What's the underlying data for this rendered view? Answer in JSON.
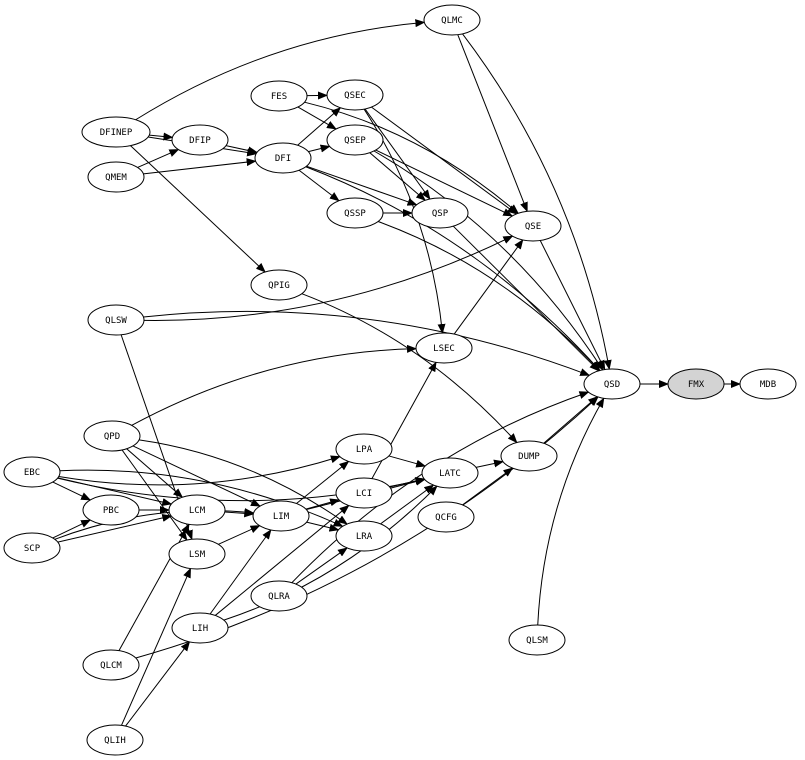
{
  "colors": {
    "highlight": "#d3d3d3",
    "stroke": "#000000"
  },
  "nodes": [
    {
      "id": "QLMC",
      "label": "QLMC"
    },
    {
      "id": "FES",
      "label": "FES"
    },
    {
      "id": "QSEC",
      "label": "QSEC"
    },
    {
      "id": "DFINEP",
      "label": "DFINEP"
    },
    {
      "id": "DFIP",
      "label": "DFIP"
    },
    {
      "id": "QSEP",
      "label": "QSEP"
    },
    {
      "id": "DFI",
      "label": "DFI"
    },
    {
      "id": "QMEM",
      "label": "QMEM"
    },
    {
      "id": "QSSP",
      "label": "QSSP"
    },
    {
      "id": "QSP",
      "label": "QSP"
    },
    {
      "id": "QSE",
      "label": "QSE"
    },
    {
      "id": "QPIG",
      "label": "QPIG"
    },
    {
      "id": "QLSW",
      "label": "QLSW"
    },
    {
      "id": "LSEC",
      "label": "LSEC"
    },
    {
      "id": "QSD",
      "label": "QSD"
    },
    {
      "id": "FMX",
      "label": "FMX",
      "highlighted": true
    },
    {
      "id": "MDB",
      "label": "MDB"
    },
    {
      "id": "QPD",
      "label": "QPD"
    },
    {
      "id": "LPA",
      "label": "LPA"
    },
    {
      "id": "DUMP",
      "label": "DUMP"
    },
    {
      "id": "EBC",
      "label": "EBC"
    },
    {
      "id": "LATC",
      "label": "LATC"
    },
    {
      "id": "LCI",
      "label": "LCI"
    },
    {
      "id": "PBC",
      "label": "PBC"
    },
    {
      "id": "LCM",
      "label": "LCM"
    },
    {
      "id": "LIM",
      "label": "LIM"
    },
    {
      "id": "QCFG",
      "label": "QCFG"
    },
    {
      "id": "LRA",
      "label": "LRA"
    },
    {
      "id": "SCP",
      "label": "SCP"
    },
    {
      "id": "LSM",
      "label": "LSM"
    },
    {
      "id": "QLRA",
      "label": "QLRA"
    },
    {
      "id": "LIH",
      "label": "LIH"
    },
    {
      "id": "QLSM",
      "label": "QLSM"
    },
    {
      "id": "QLCM",
      "label": "QLCM"
    },
    {
      "id": "QLIH",
      "label": "QLIH"
    }
  ],
  "edges": [
    [
      "FES",
      "QSEC"
    ],
    [
      "FES",
      "QSEP"
    ],
    [
      "FES",
      "QSE"
    ],
    [
      "DFINEP",
      "DFIP"
    ],
    [
      "DFINEP",
      "QLMC"
    ],
    [
      "DFINEP",
      "QPIG"
    ],
    [
      "DFINEP",
      "DFI"
    ],
    [
      "QMEM",
      "DFIP"
    ],
    [
      "QMEM",
      "DFI"
    ],
    [
      "DFIP",
      "DFI"
    ],
    [
      "DFI",
      "QSEC"
    ],
    [
      "DFI",
      "QSEP"
    ],
    [
      "DFI",
      "QSSP"
    ],
    [
      "DFI",
      "QSP"
    ],
    [
      "DFI",
      "QSD"
    ],
    [
      "QLMC",
      "QSE"
    ],
    [
      "QLMC",
      "QSD"
    ],
    [
      "QSEC",
      "QSE"
    ],
    [
      "QSEC",
      "LSEC"
    ],
    [
      "QSEC",
      "QSP"
    ],
    [
      "QSEP",
      "QSP"
    ],
    [
      "QSEP",
      "QSE"
    ],
    [
      "QSEP",
      "QSD"
    ],
    [
      "QSSP",
      "QSP"
    ],
    [
      "QSSP",
      "QSD"
    ],
    [
      "QSP",
      "QSD"
    ],
    [
      "QSE",
      "QSD"
    ],
    [
      "QLSW",
      "QSE"
    ],
    [
      "QLSW",
      "QSD"
    ],
    [
      "QLSW",
      "LSM"
    ],
    [
      "QPIG",
      "DUMP"
    ],
    [
      "LSEC",
      "QSE"
    ],
    [
      "QPD",
      "LSEC"
    ],
    [
      "QPD",
      "LCM"
    ],
    [
      "QPD",
      "LSM"
    ],
    [
      "QPD",
      "LIM"
    ],
    [
      "QPD",
      "LRA"
    ],
    [
      "EBC",
      "PBC"
    ],
    [
      "EBC",
      "LCM"
    ],
    [
      "EBC",
      "LPA"
    ],
    [
      "EBC",
      "LRA"
    ],
    [
      "EBC",
      "LATC"
    ],
    [
      "SCP",
      "PBC"
    ],
    [
      "SCP",
      "LCM"
    ],
    [
      "SCP",
      "LIM"
    ],
    [
      "PBC",
      "LCM"
    ],
    [
      "LCM",
      "LIM"
    ],
    [
      "LSM",
      "LIM"
    ],
    [
      "LIM",
      "LPA"
    ],
    [
      "LIM",
      "LCI"
    ],
    [
      "LIM",
      "LRA"
    ],
    [
      "LIM",
      "LATC"
    ],
    [
      "LPA",
      "LATC"
    ],
    [
      "LCI",
      "LATC"
    ],
    [
      "LCI",
      "LSEC"
    ],
    [
      "LRA",
      "LATC"
    ],
    [
      "LATC",
      "DUMP"
    ],
    [
      "QCFG",
      "DUMP"
    ],
    [
      "DUMP",
      "QSD"
    ],
    [
      "QLRA",
      "LRA"
    ],
    [
      "QLRA",
      "QSD"
    ],
    [
      "LIH",
      "LIM"
    ],
    [
      "LIH",
      "LCI"
    ],
    [
      "LIH",
      "LATC"
    ],
    [
      "QLCM",
      "LCM"
    ],
    [
      "QLCM",
      "QSD"
    ],
    [
      "QLIH",
      "LIH"
    ],
    [
      "QLIH",
      "LSM"
    ],
    [
      "QSD",
      "FMX"
    ],
    [
      "FMX",
      "MDB"
    ],
    [
      "QLSM",
      "QSD"
    ]
  ]
}
